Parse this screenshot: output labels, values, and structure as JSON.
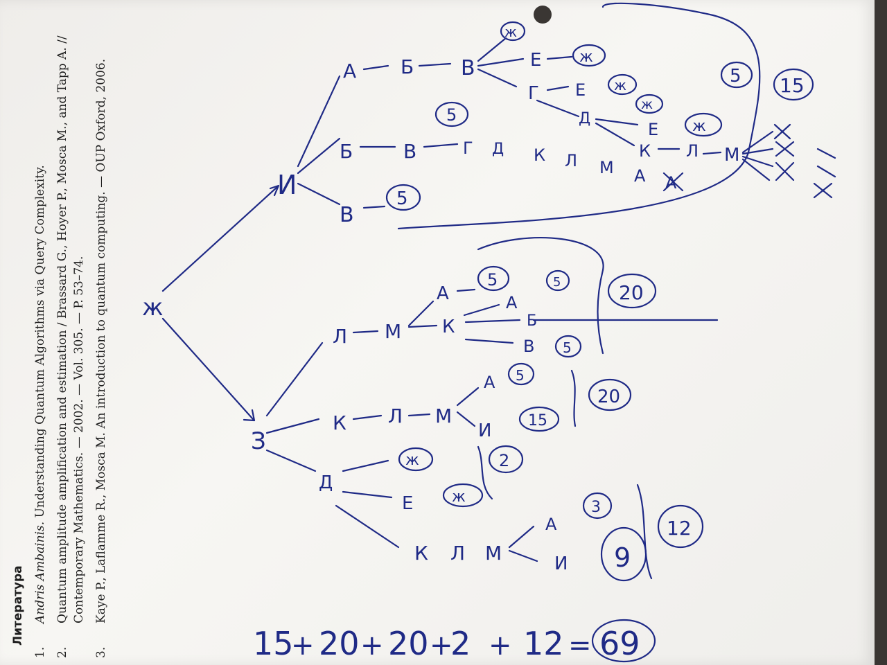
{
  "references": {
    "heading": "Литература",
    "items": [
      {
        "num": "1.",
        "author": "Andris Ambainis.",
        "text": "Understanding Quantum Algorithms via Query Complexity."
      },
      {
        "num": "2.",
        "author": "",
        "text": "Quantum amplitude amplification and estimation / Brassard G., Hoyer P., Mosca M., and Tapp A. // Contemporary Mathematics. — 2002. — Vol. 305. — P. 53–74."
      },
      {
        "num": "3.",
        "author": "",
        "text": "Kaye P., Laflamme R., Mosca M. An introduction to quantum computing. — OUP Oxford, 2006."
      }
    ]
  },
  "tree": {
    "root": "ж",
    "upper": {
      "node": "И",
      "line1": [
        "А",
        "Б",
        "В"
      ],
      "v_branches": [
        "ж",
        "Е",
        "ж",
        "Г",
        "Е",
        "ж"
      ],
      "g_branches": [
        "Д",
        "ж",
        "Е",
        "ж",
        "К",
        "Л",
        "М"
      ],
      "line2": [
        "Б",
        "В",
        "Г",
        "Д",
        "К",
        "Л",
        "М",
        "А",
        "А"
      ],
      "line2_circle": "5",
      "line3": [
        "В",
        "5"
      ],
      "group_totals": [
        "5",
        "15"
      ]
    },
    "lower": {
      "node": "З",
      "l_line": [
        "Л",
        "М",
        "А",
        "5",
        "К",
        "А",
        "5",
        "Б",
        "В",
        "5"
      ],
      "l_total": "20",
      "k_line": [
        "К",
        "Л",
        "М",
        "А",
        "5",
        "И",
        "15"
      ],
      "k_total": "20",
      "d_line": [
        "Д",
        "ж",
        "Е",
        "ж"
      ],
      "d_total": "2",
      "klm_line": [
        "К",
        "Л",
        "М",
        "А",
        "3",
        "И",
        "9"
      ],
      "klm_total": "12"
    },
    "sum": {
      "terms": [
        "15",
        "+",
        "20",
        "+",
        "20",
        "+",
        "2",
        "+",
        "12",
        "="
      ],
      "result": "69"
    }
  },
  "colors": {
    "ink": "#1f2a86",
    "paper": "#f4f3f0",
    "background": "#3a3633"
  }
}
